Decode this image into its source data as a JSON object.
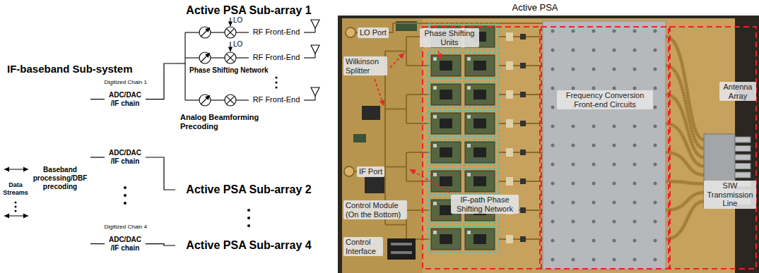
{
  "diagram": {
    "nodes": [
      {
        "text": [
          "IF-baseband Sub-system"
        ]
      },
      {
        "text": [
          "Baseband processing/DBF precoding"
        ],
        "in": 0
      },
      {
        "text": [
          "Digitized Chain 1",
          "ADC/DAC /IF chain"
        ],
        "in": 0
      },
      {
        "text": [
          "ADC/DAC /IF chain"
        ],
        "in": 0
      },
      {
        "text": [
          "Digitized Chain 4",
          "ADC/DAC /IF chain"
        ],
        "in": 0
      },
      {
        "text": [
          "Active PSA Sub-array 1"
        ]
      },
      {
        "text": [
          "RF Front-End"
        ],
        "in": 5
      },
      {
        "text": [
          "RF Front-End"
        ],
        "in": 5
      },
      {
        "text": [
          "RF Front-End"
        ],
        "in": 5
      },
      {
        "text": [
          "Active PSA Sub-array 2"
        ]
      },
      {
        "text": [
          "Active PSA Sub-array 4"
        ]
      }
    ],
    "edges": [
      {
        "from": 1,
        "to": 2,
        "arrow": "none"
      },
      {
        "from": 1,
        "to": 3,
        "arrow": "none"
      },
      {
        "from": 1,
        "to": 4,
        "arrow": "none"
      },
      {
        "from": 2,
        "to": 5,
        "arrow": "none"
      },
      {
        "from": 3,
        "to": 9,
        "arrow": "none"
      },
      {
        "from": 4,
        "to": 10,
        "arrow": "none"
      }
    ],
    "labels": [
      "Data Streams",
      "LO",
      "LO",
      "Phase Shifting Network",
      "Analog Beamforming Precoding",
      "Active PSA",
      "LO Port",
      "Wilkinson Splitter",
      "Phase Shifting Units",
      "IF Port",
      "Control Module (On the Bottom)",
      "IF-path Phase Shifting Network",
      "Control Interface",
      "Frequency Conversion Front-end Circuits",
      "Antenna Array",
      "SIW Transmission Line"
    ]
  }
}
